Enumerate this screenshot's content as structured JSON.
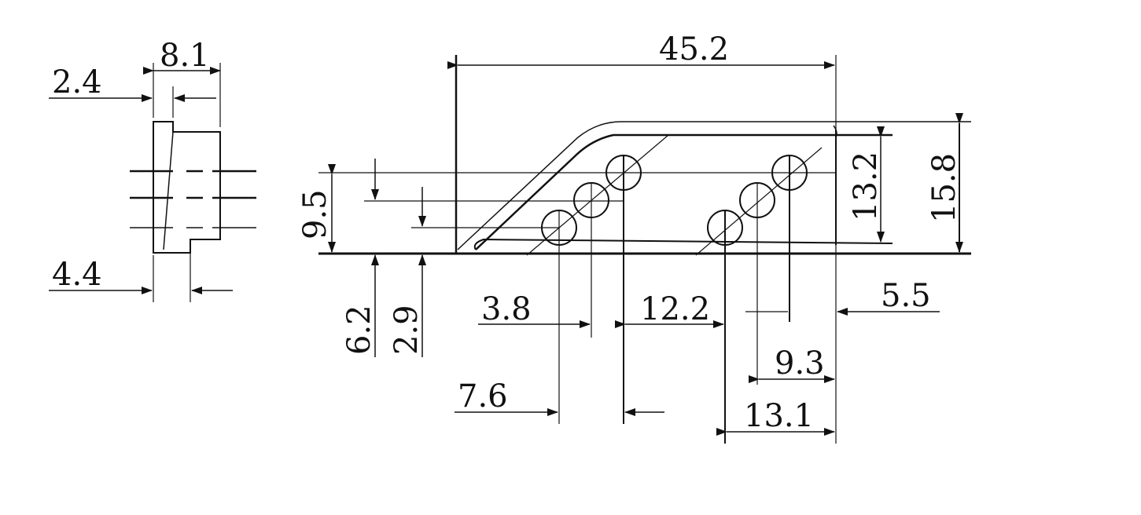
{
  "side_view": {
    "dimensions": {
      "width_top": "8.1",
      "wall_top": "2.4",
      "wall_bottom": "4.4"
    }
  },
  "front_view": {
    "dimensions": {
      "overall_length": "45.2",
      "overall_height": "15.8",
      "inner_height": "13.2",
      "left_height": "9.5",
      "offset_upper": "6.2",
      "offset_lower": "2.9",
      "pitch_left": "3.8",
      "gap_middle": "12.2",
      "right_margin": "5.5",
      "right_hole_pitch": "9.3",
      "left_hole_span": "7.6",
      "right_group_span": "13.1"
    }
  },
  "colors": {
    "line": "#111111",
    "background": "#ffffff"
  }
}
